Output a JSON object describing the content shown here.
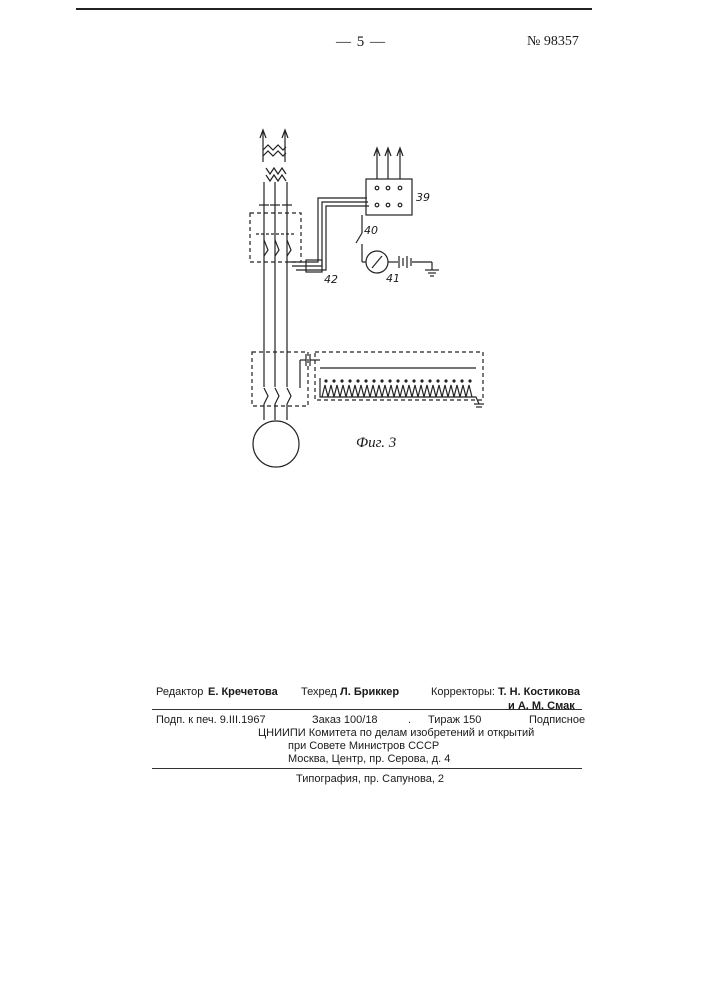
{
  "header": {
    "page_number": "— 5 —",
    "patent_number": "№ 98357"
  },
  "figure": {
    "caption": "Фиг. 3",
    "labels": {
      "switch_39": "39",
      "contact_40": "40",
      "meter_41": "41",
      "terminal_42": "42"
    }
  },
  "credits": {
    "editor_label": "Редактор",
    "editor_name": "Е. Кречетова",
    "techred_label": "Техред",
    "techred_name": "Л. Бриккер",
    "correctors_label": "Корректоры:",
    "corrector_1": "Т. Н. Костикова",
    "corrector_2": "и А. М. Смак"
  },
  "publication": {
    "signed": "Подп. к печ. 9.III.1967",
    "order": "Заказ 100/18",
    "dot": ".",
    "circulation": "Тираж 150",
    "subscription": "Подписное",
    "org_line1": "ЦНИИПИ Комитета по делам изобретений и открытий",
    "org_line2": "при Совете Министров СССР",
    "org_line3": "Москва, Центр, пр. Серова, д. 4",
    "printing": "Типография, пр. Сапунова, 2"
  }
}
